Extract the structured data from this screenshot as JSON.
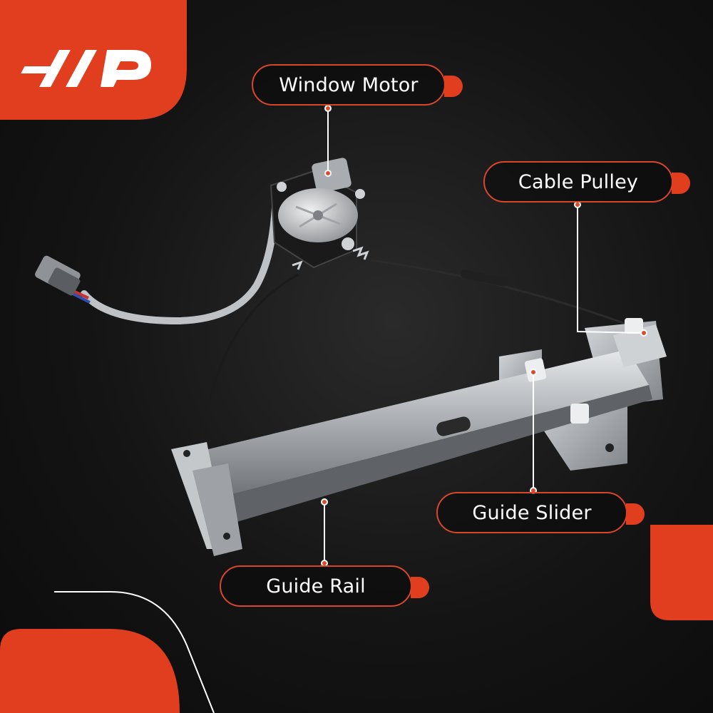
{
  "brand": {
    "logo_text": "AP",
    "accent_color": "#e03e1f"
  },
  "callouts": {
    "window_motor": "Window Motor",
    "cable_pulley": "Cable Pulley",
    "guide_slider": "Guide Slider",
    "guide_rail": "Guide Rail"
  }
}
